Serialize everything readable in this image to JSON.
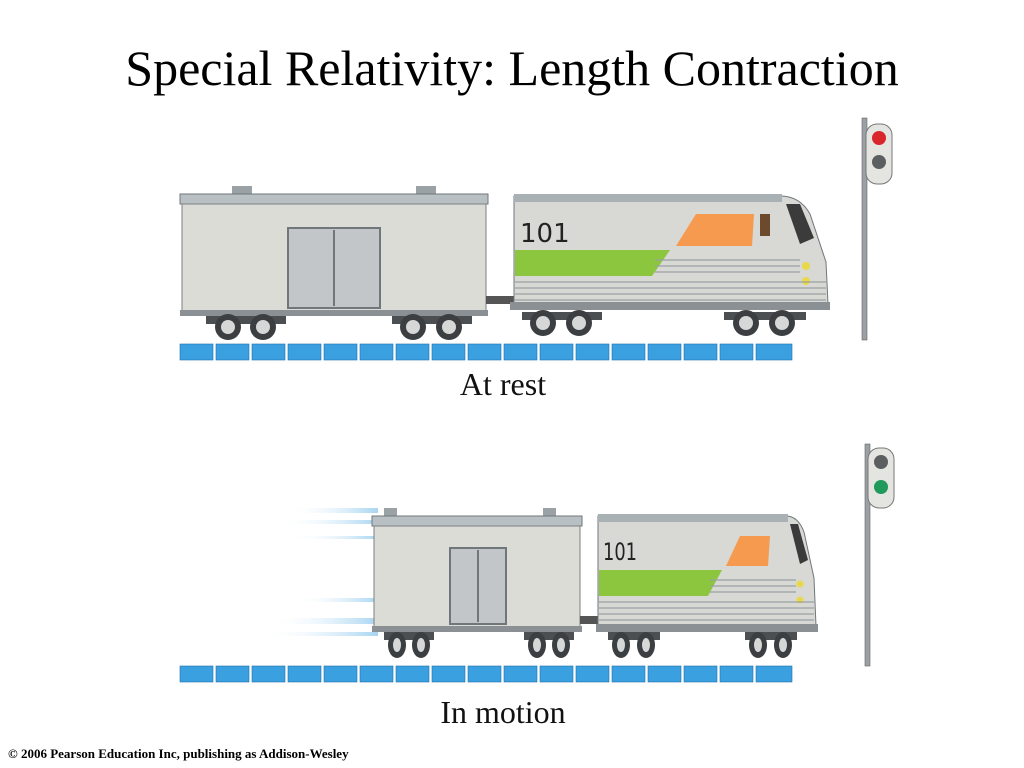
{
  "title": "Special Relativity: Length Contraction",
  "scenes": [
    {
      "caption": "At rest",
      "locomotive_number": "101",
      "signal_lit": "red"
    },
    {
      "caption": "In motion",
      "locomotive_number": "101",
      "signal_lit": "green"
    }
  ],
  "copyright": "© 2006 Pearson Education Inc, publishing as Addison-Wesley",
  "colors": {
    "track_tile": "#3aa0e0",
    "car_body": "#dcdcd6",
    "loco_stripe_green": "#8cc63f",
    "loco_window_orange": "#f59a4e",
    "signal_red": "#d9262c",
    "signal_green": "#1f9a5a",
    "signal_off": "#5b5f60",
    "motion_streak": "#9fd0f0"
  }
}
